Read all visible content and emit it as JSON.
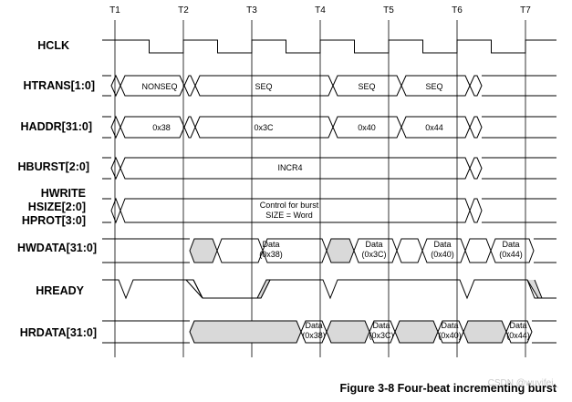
{
  "title": "Figure 3-8 Four-beat incrementing burst",
  "watermark": "CSDN @wuyifei_",
  "ticks": [
    "T1",
    "T2",
    "T3",
    "T4",
    "T5",
    "T6",
    "T7"
  ],
  "signals": {
    "hclk": "HCLK",
    "htrans": "HTRANS[1:0]",
    "haddr": "HADDR[31:0]",
    "hburst": "HBURST[2:0]",
    "hwrite": "HWRITE",
    "hsize": "HSIZE[2:0]",
    "hprot": "HPROT[3:0]",
    "hwdata": "HWDATA[31:0]",
    "hready": "HREADY",
    "hrdata": "HRDATA[31:0]"
  },
  "htrans_values": [
    "NONSEQ",
    "SEQ",
    "SEQ",
    "SEQ"
  ],
  "haddr_values": [
    "0x38",
    "0x3C",
    "0x40",
    "0x44"
  ],
  "hburst_value": "INCR4",
  "control_values": [
    "Control for burst",
    "SIZE = Word"
  ],
  "data_word": "Data",
  "data_addrs": [
    "(0x38)",
    "(0x3C)",
    "(0x40)",
    "(0x44)"
  ]
}
